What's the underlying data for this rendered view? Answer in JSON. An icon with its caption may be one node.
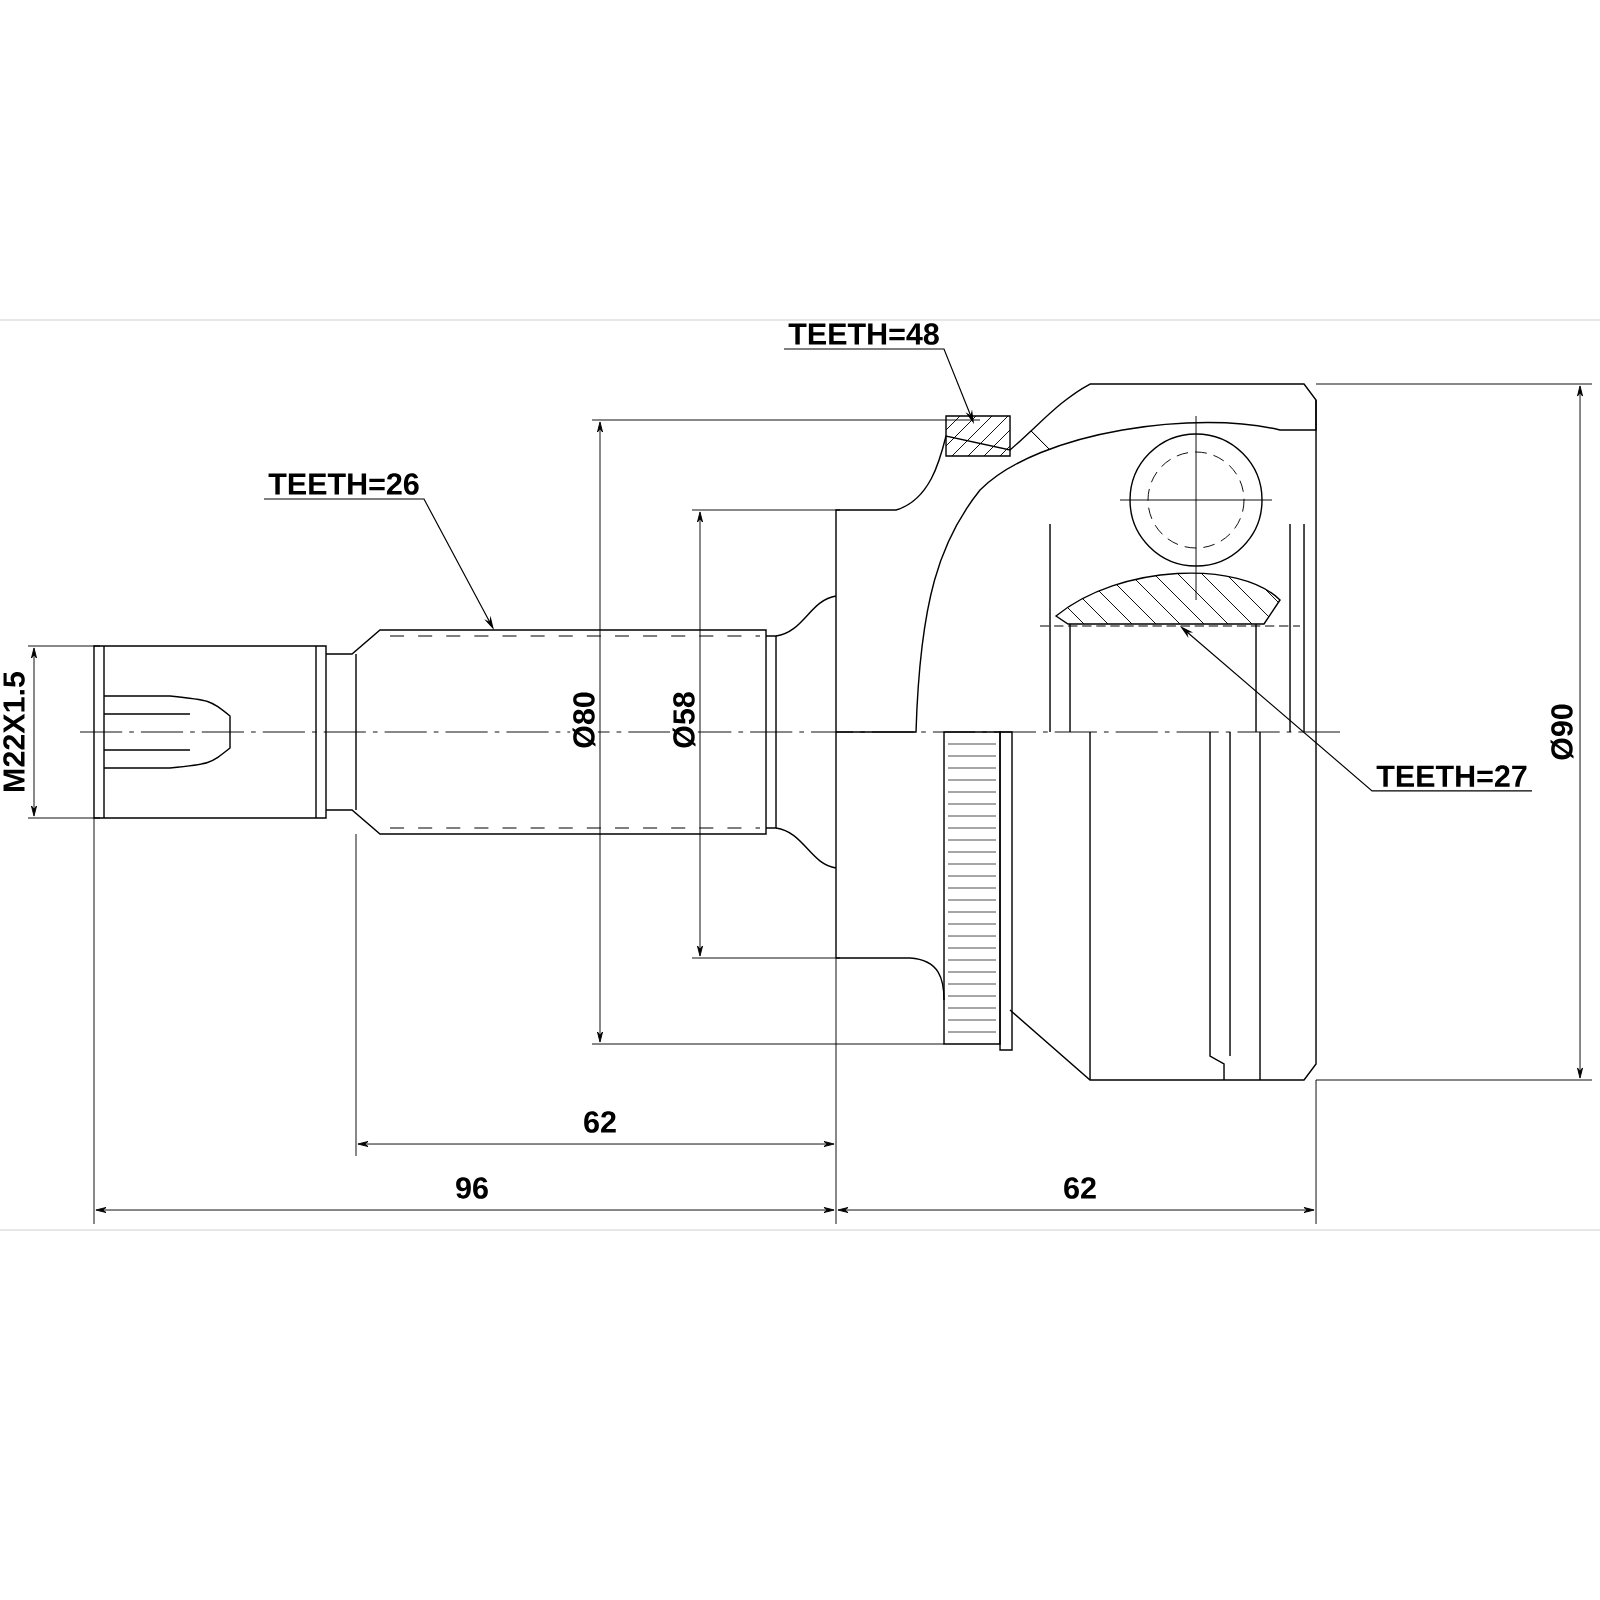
{
  "diagram": {
    "nodes": [
      {
        "text": [
          "TEETH=48"
        ]
      },
      {
        "text": [
          "TEETH=26"
        ]
      },
      {
        "text": [
          "TEETH=27"
        ]
      }
    ],
    "edges": [
      {
        "from": 0,
        "to": null,
        "arrow": "to"
      },
      {
        "from": 1,
        "to": null,
        "arrow": "to"
      },
      {
        "from": 2,
        "to": null,
        "arrow": "to"
      }
    ],
    "labels": [
      "M22X1.5",
      "Ø80",
      "Ø58",
      "Ø90",
      "62",
      "96",
      "62"
    ]
  }
}
